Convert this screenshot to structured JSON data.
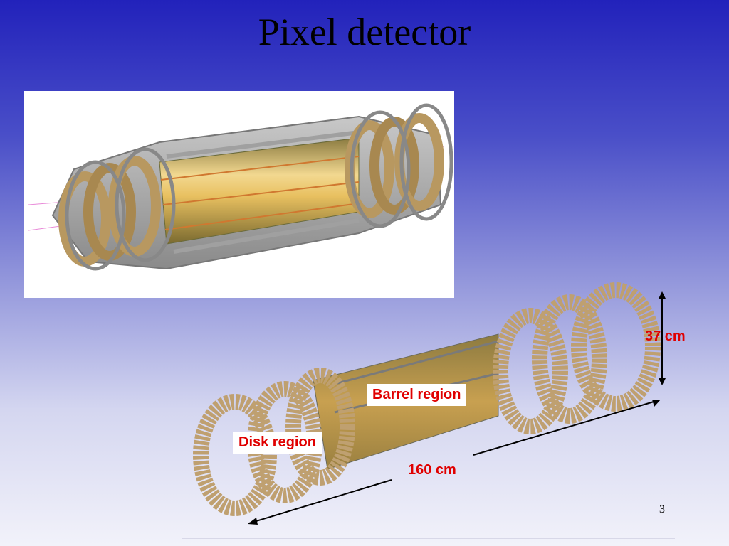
{
  "slide": {
    "title": "Pixel detector",
    "page_number": "3"
  },
  "diagram": {
    "barrel_label": "Barrel region",
    "disk_label": "Disk region",
    "length_label": "160 cm",
    "diameter_label": "37 cm"
  },
  "colors": {
    "label_text": "#e00000",
    "background_top": "#2222bb",
    "background_bottom": "#f2f2fa"
  }
}
